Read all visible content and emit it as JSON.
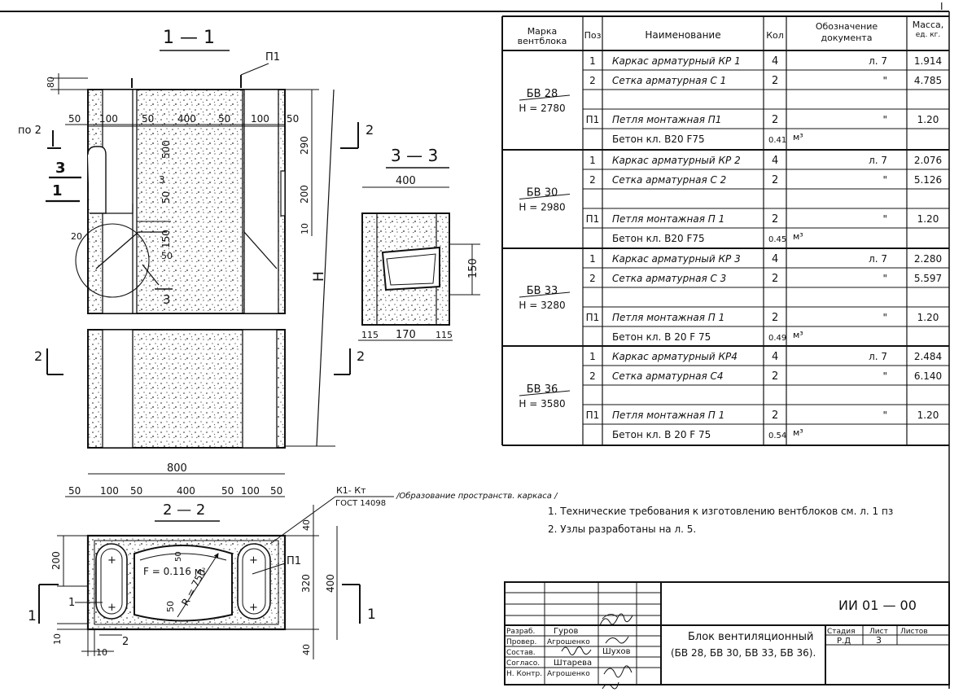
{
  "drawing": {
    "sheet_corner_mark": "I",
    "views": {
      "section_1_1": {
        "title": "1 — 1",
        "marks": {
          "p1": "П1",
          "po2": "по 2",
          "n3": "3",
          "n1": "1",
          "n2_right": "2",
          "n2_left": "2",
          "n2_right2": "2",
          "n3_lower": "3",
          "n3_upper": "3",
          "n50_lower": "50"
        },
        "dims": {
          "top_80": "80",
          "row": [
            "50",
            "100",
            "50",
            "400",
            "50",
            "100",
            "50"
          ],
          "v500": "500",
          "v50": "50",
          "v150": "150",
          "v20": "20",
          "r290": "290",
          "r200": "200",
          "r10": "10",
          "h": "H"
        }
      },
      "section_3_3": {
        "title": "3 — 3",
        "dims": {
          "width": "400",
          "height": "150",
          "bottom": [
            "115",
            "170",
            "115"
          ]
        }
      },
      "section_2_2": {
        "title": "2 — 2",
        "dims": {
          "width": "800",
          "row": [
            "50",
            "100",
            "50",
            "400",
            "50",
            "100",
            "50"
          ],
          "left_200": "200",
          "left_10": "10",
          "bottom_10": "10",
          "right_40_top": "40",
          "right_320": "320",
          "right_400": "400",
          "right_40_bottom": "40",
          "area": "F = 0.116 м²",
          "radius": "R = 750",
          "n50": "50",
          "n50b": "50"
        },
        "marks": {
          "n1_left": "1",
          "n1_inner": "1",
          "n1_right": "1",
          "n2": "2",
          "p1": "П1"
        },
        "weld_callout": {
          "symbol": "К1- Кт",
          "standard": "ГОСТ 14098",
          "note": "/Образование пространств. каркаса /"
        }
      }
    }
  },
  "spec_table": {
    "headers": {
      "mark": "Марка вентблока",
      "pos": "Поз",
      "name": "Наименование",
      "qty": "Кол",
      "doc": "Обозначение документа",
      "mass": "Масса, ед. кг."
    },
    "groups": [
      {
        "mark": "БВ 28",
        "height": "Н = 2780",
        "rows": [
          {
            "pos": "1",
            "name": "Каркас арматурный  КР 1",
            "qty": "4",
            "doc": "л. 7",
            "mass": "1.914"
          },
          {
            "pos": "2",
            "name": "Сетка  арматурная  С 1",
            "qty": "2",
            "doc": "\"",
            "mass": "4.785"
          },
          {
            "pos": "",
            "name": "",
            "qty": "",
            "doc": "",
            "mass": ""
          },
          {
            "pos": "П1",
            "name": "Петля  монтажная  П1",
            "qty": "2",
            "doc": "\"",
            "mass": "1.20"
          },
          {
            "pos": "",
            "name": "Бетон  кл.  В20  F75",
            "qty": "0.41",
            "doc": "м³",
            "mass": ""
          }
        ]
      },
      {
        "mark": "БВ 30",
        "height": "Н = 2980",
        "rows": [
          {
            "pos": "1",
            "name": "Каркас арматурный  КР 2",
            "qty": "4",
            "doc": "л. 7",
            "mass": "2.076"
          },
          {
            "pos": "2",
            "name": "Сетка  арматурная  С 2",
            "qty": "2",
            "doc": "\"",
            "mass": "5.126"
          },
          {
            "pos": "",
            "name": "",
            "qty": "",
            "doc": "",
            "mass": ""
          },
          {
            "pos": "П1",
            "name": "Петля  монтажная  П 1",
            "qty": "2",
            "doc": "\"",
            "mass": "1.20"
          },
          {
            "pos": "",
            "name": "Бетон  кл.  В20  F75",
            "qty": "0.45",
            "doc": "м³",
            "mass": ""
          }
        ]
      },
      {
        "mark": "БВ 33",
        "height": "Н = 3280",
        "rows": [
          {
            "pos": "1",
            "name": "Каркас арматурный  КР 3",
            "qty": "4",
            "doc": "л. 7",
            "mass": "2.280"
          },
          {
            "pos": "2",
            "name": "Сетка  арматурная   С 3",
            "qty": "2",
            "doc": "\"",
            "mass": "5.597"
          },
          {
            "pos": "",
            "name": "",
            "qty": "",
            "doc": "",
            "mass": ""
          },
          {
            "pos": "П1",
            "name": "Петля  монтажная   П 1",
            "qty": "2",
            "doc": "\"",
            "mass": "1.20"
          },
          {
            "pos": "",
            "name": "Бетон  кл.  В 20  F 75",
            "qty": "0.49",
            "doc": "м³",
            "mass": ""
          }
        ]
      },
      {
        "mark": "БВ 36",
        "height": "Н = 3580",
        "rows": [
          {
            "pos": "1",
            "name": "Каркас  арматурный  КР4",
            "qty": "4",
            "doc": "л. 7",
            "mass": "2.484"
          },
          {
            "pos": "2",
            "name": "Сетка  арматурная    С4",
            "qty": "2",
            "doc": "\"",
            "mass": "6.140"
          },
          {
            "pos": "",
            "name": "",
            "qty": "",
            "doc": "",
            "mass": ""
          },
          {
            "pos": "П1",
            "name": "Петля  монтажная   П 1",
            "qty": "2",
            "doc": "\"",
            "mass": "1.20"
          },
          {
            "pos": "",
            "name": "Бетон  кл.  В 20  F 75",
            "qty": "0.54",
            "doc": "м³",
            "mass": ""
          }
        ]
      }
    ]
  },
  "notes": [
    "1. Технические  требования  к  изготовлению  вентблоков  см.  л.   1 пз",
    "2. Узлы    разработаны  на  л. 5."
  ],
  "title_block": {
    "code": "ИИ 01 — 00",
    "title": "Блок  вентиляционный",
    "subtitle": "(БВ 28, БВ 30, БВ 33, БВ 36).",
    "stage_label": "Стадия",
    "sheet_label": "Лист",
    "sheets_label": "Листов",
    "stage": "Р.Д",
    "sheet": "3",
    "sheets": "",
    "people": [
      {
        "role": "Разраб.",
        "name": "Гуров"
      },
      {
        "role": "Провер.",
        "name": "Агрошенко"
      },
      {
        "role": "Состав.",
        "name": ""
      },
      {
        "role": "Согласо.",
        "name": "Штарева"
      },
      {
        "role": "Н. Контр.",
        "name": "Агрошенко"
      }
    ],
    "stamp_names": [
      "Шухов"
    ]
  }
}
